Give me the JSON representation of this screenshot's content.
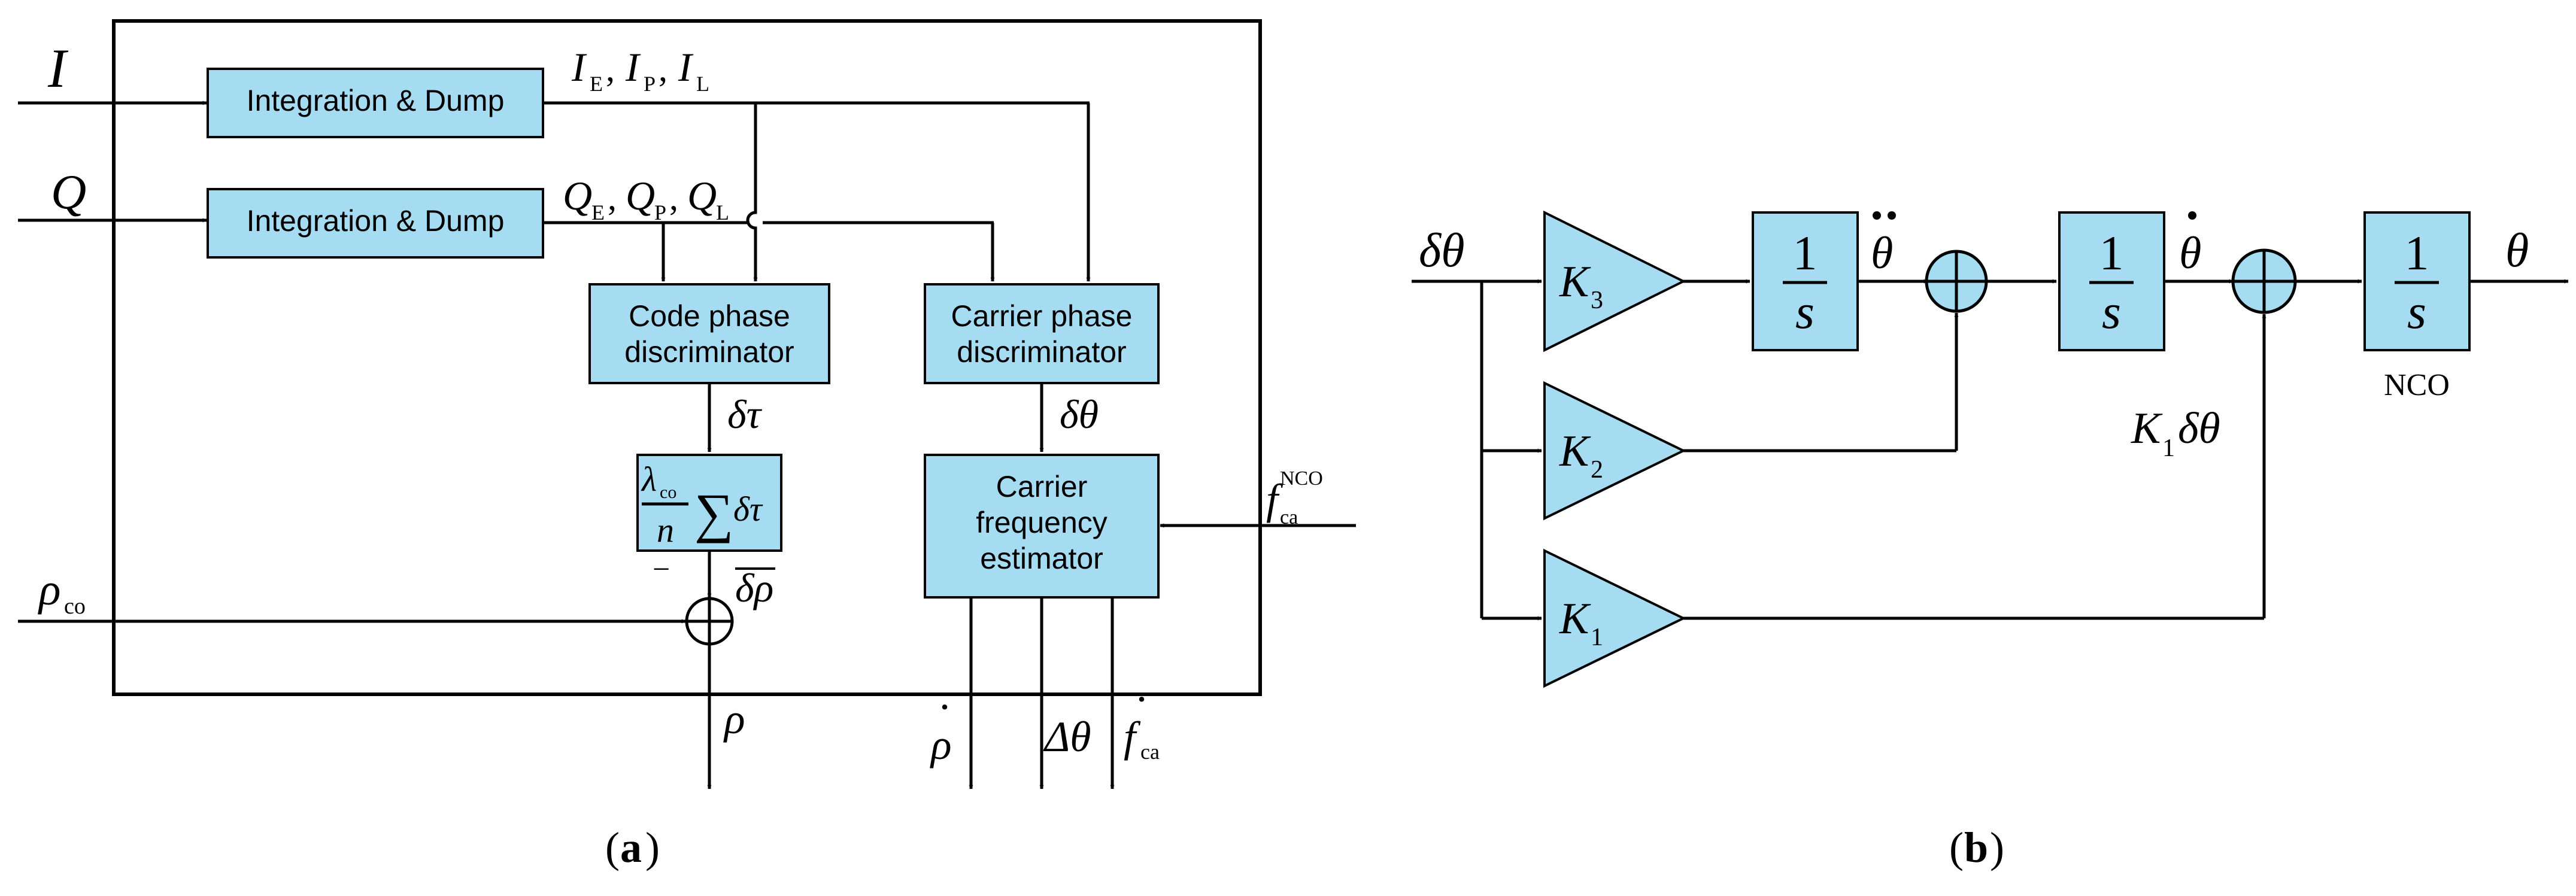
{
  "panel_a": {
    "inputs": {
      "i": "I",
      "q": "Q",
      "rho_co": "ρ",
      "rho_co_sub": "co",
      "f_ca": "f",
      "f_ca_sub": "ca",
      "f_ca_sup": "NCO"
    },
    "blocks": {
      "int_dump_i": "Integration & Dump",
      "int_dump_q": "Integration & Dump",
      "code_disc_line1": "Code phase",
      "code_disc_line2": "discriminator",
      "carrier_disc_line1": "Carrier phase",
      "carrier_disc_line2": "discriminator",
      "freq_est_line1": "Carrier",
      "freq_est_line2": "frequency",
      "freq_est_line3": "estimator",
      "sum_num_lambda": "λ",
      "sum_num_sub": "co",
      "sum_den": "n",
      "sum_sigma": "∑",
      "sum_term": "δτ"
    },
    "signals": {
      "i_base": "I",
      "e": "E",
      "p": "P",
      "l": "L",
      "comma": ",",
      "q_base": "Q",
      "delta_tau": "δτ",
      "delta_theta": "δθ",
      "delta_rho": "δρ",
      "minus": "−",
      "rho_out": "ρ",
      "rho_dot": "ρ",
      "delta_theta_out": "Δθ",
      "f_dot": "f",
      "f_dot_sub": "ca",
      "dot": "·"
    },
    "caption": "a"
  },
  "panel_b": {
    "input": "δθ",
    "gains": {
      "k3": "K",
      "k3_sub": "3",
      "k2": "K",
      "k2_sub": "2",
      "k1": "K",
      "k1_sub": "1"
    },
    "integrator_num": "1",
    "integrator_den": "s",
    "theta_ddot": "θ",
    "theta_dot": "θ",
    "theta_out": "θ",
    "k1_label": "K",
    "k1_label_sub": "1",
    "k1_label_rest": "δθ",
    "nco": "NCO",
    "caption": "b"
  }
}
